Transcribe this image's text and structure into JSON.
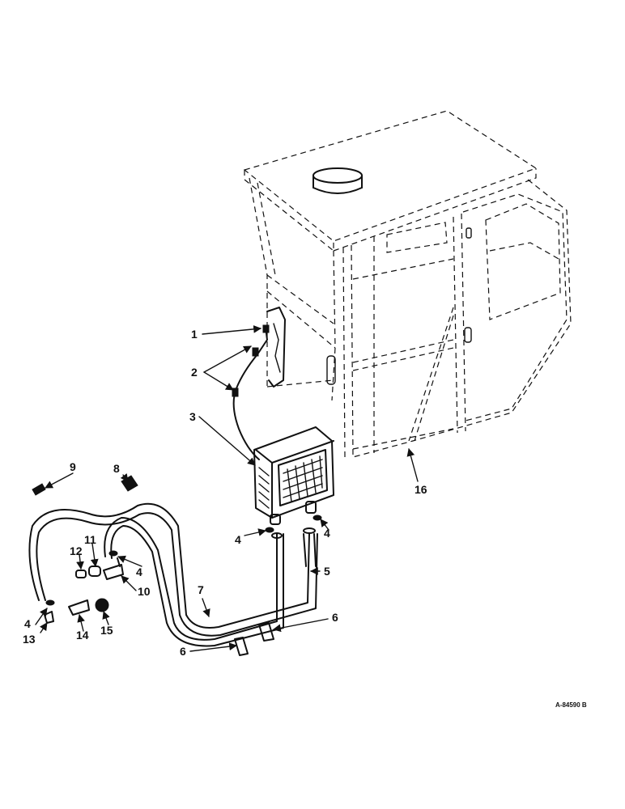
{
  "diagram": {
    "callouts": [
      {
        "id": "1",
        "text": "1"
      },
      {
        "id": "2",
        "text": "2"
      },
      {
        "id": "3",
        "text": "3"
      },
      {
        "id": "4a",
        "text": "4"
      },
      {
        "id": "4b",
        "text": "4"
      },
      {
        "id": "4c",
        "text": "4"
      },
      {
        "id": "4d",
        "text": "4"
      },
      {
        "id": "5",
        "text": "5"
      },
      {
        "id": "6a",
        "text": "6"
      },
      {
        "id": "6b",
        "text": "6"
      },
      {
        "id": "7",
        "text": "7"
      },
      {
        "id": "8",
        "text": "8"
      },
      {
        "id": "9",
        "text": "9"
      },
      {
        "id": "10",
        "text": "10"
      },
      {
        "id": "11",
        "text": "11"
      },
      {
        "id": "12",
        "text": "12"
      },
      {
        "id": "13",
        "text": "13"
      },
      {
        "id": "14",
        "text": "14"
      },
      {
        "id": "15",
        "text": "15"
      },
      {
        "id": "16",
        "text": "16"
      }
    ],
    "drawing_number": "A-84590 B"
  }
}
